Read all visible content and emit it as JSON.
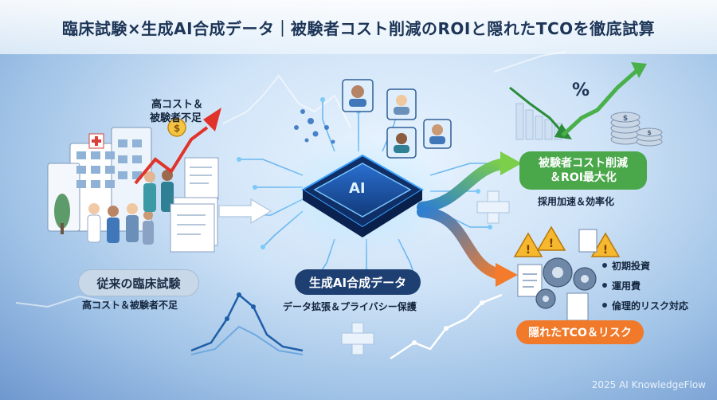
{
  "title": "臨床試験×生成AI合成データ｜被験者コスト削減のROIと隠れたTCOを徹底試算",
  "left_panel": {
    "callout_line1": "高コスト＆",
    "callout_line2": "被験者不足",
    "label": "従来の臨床試験",
    "sublabel": "高コスト＆被験者不足"
  },
  "center_panel": {
    "chip_text": "AI",
    "label": "生成AI合成データ",
    "sublabel": "データ拡張＆プライバシー保護"
  },
  "right_top_panel": {
    "percent_symbol": "%",
    "label_line1": "被験者コスト削減",
    "label_line2": "＆ROI最大化",
    "sublabel": "採用加速＆効率化"
  },
  "right_bottom_panel": {
    "items": [
      "初期投資",
      "運用費",
      "倫理的リスク対応"
    ],
    "label": "隠れたTCO＆リスク"
  },
  "footer": "2025 AI KnowledgeFlow",
  "colors": {
    "title": "#1d3557",
    "accent_blue": "#1f5ea8",
    "success_green": "#49b04a",
    "warning_orange": "#f07a2a",
    "trend_red": "#e0342b",
    "gold": "#e0a21d"
  },
  "icons": [
    "hospital-icon",
    "dollar-coin-icon",
    "document-stack-icon",
    "ai-chip-icon",
    "avatar-card-icon",
    "coin-stack-icon",
    "gear-icon",
    "warning-icon",
    "document-icon",
    "plus-icon"
  ]
}
